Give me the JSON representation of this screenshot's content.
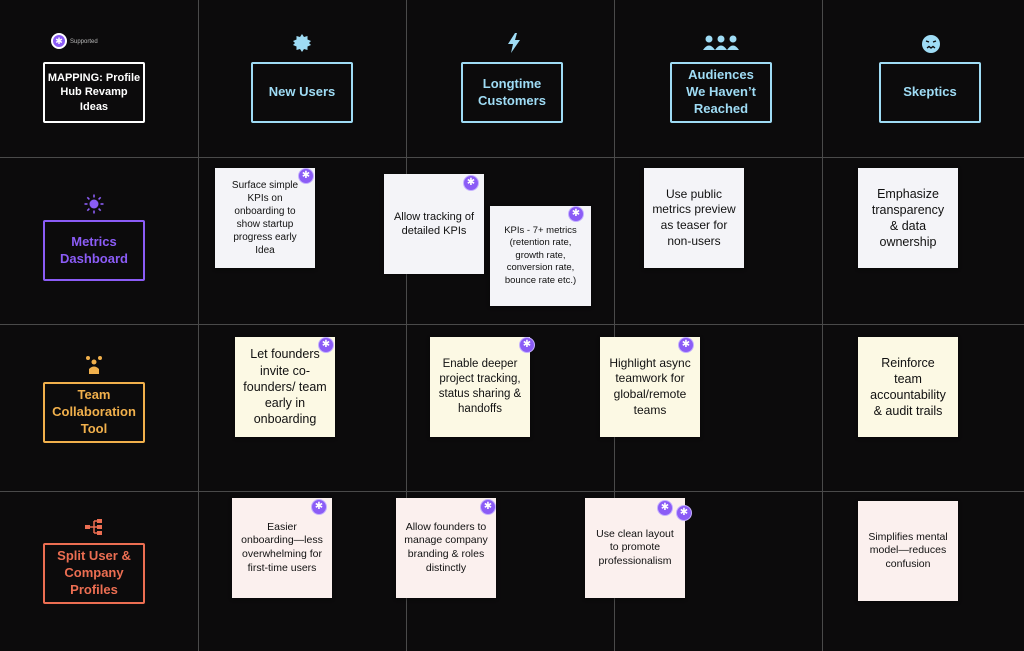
{
  "board": {
    "title": "MAPPING: Profile Hub Revamp Ideas",
    "legend_label": "Supported",
    "colors": {
      "background": "#0c0b0c",
      "audience_header": "#9fdcf5",
      "metrics_dashboard": "#8b5cf6",
      "team_collaboration": "#f1b04c",
      "split_profiles": "#ec6e52",
      "badge": "#8b5cf6"
    }
  },
  "columns": [
    {
      "label": "New Users",
      "icon": "gear-badge-icon"
    },
    {
      "label": "Longtime Customers",
      "icon": "lightning-icon"
    },
    {
      "label": "Audiences We Haven’t Reached",
      "icon": "people-group-icon"
    },
    {
      "label": "Skeptics",
      "icon": "worried-face-icon"
    }
  ],
  "rows": [
    {
      "label": "Metrics Dashboard",
      "icon": "sun-icon"
    },
    {
      "label": "Team Collaboration Tool",
      "icon": "team-hierarchy-icon"
    },
    {
      "label": "Split User & Company Profiles",
      "icon": "split-flow-icon"
    }
  ],
  "notes": {
    "r1c1": "Surface simple KPIs on onboarding to show startup progress early Idea",
    "r1c2a": "Allow tracking of detailed KPIs",
    "r1c2b": "KPIs - 7+ metrics (retention rate, growth rate, conversion rate, bounce rate etc.)",
    "r1c3": "Use public metrics preview as teaser for non-users",
    "r1c4": "Emphasize transparency & data ownership",
    "r2c1": "Let founders invite co-founders/ team early in onboarding",
    "r2c2": "Enable deeper project tracking, status sharing & handoffs",
    "r2c3": "Highlight async teamwork for global/remote teams",
    "r2c4": "Reinforce team accountability & audit trails",
    "r3c1": "Easier onboarding—less overwhelming for first-time users",
    "r3c2": "Allow founders to manage company branding & roles distinctly",
    "r3c3": "Use clean layout to promote professionalism",
    "r3c4": "Simplifies mental model—reduces confusion"
  },
  "badge_glyph": "✱"
}
